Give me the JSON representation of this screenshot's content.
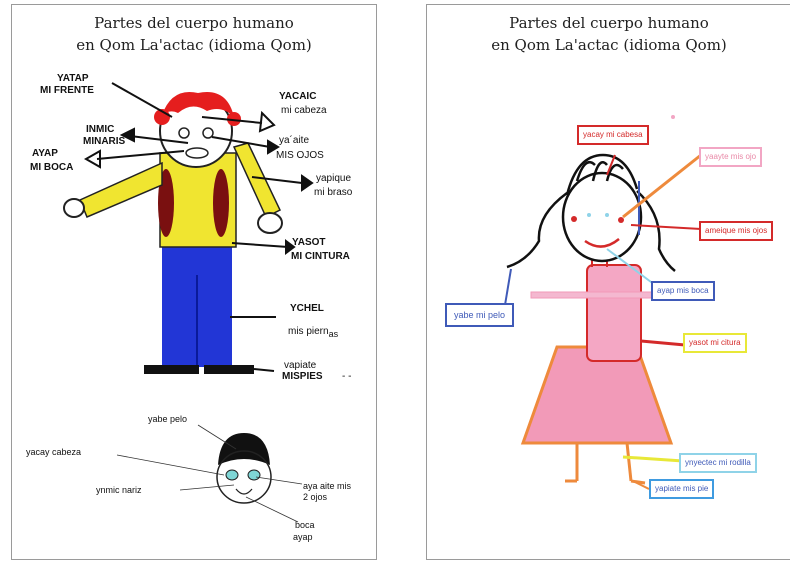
{
  "left": {
    "title_line1": "Partes del cuerpo humano",
    "title_line2": "en Qom La'actac (idioma Qom)",
    "labels": {
      "yatap": "YATAP",
      "mi_frente": "MI FRENTE",
      "yacaic": "YACAIC",
      "mi_cabeza": "mi cabeza",
      "inmic": "INMIC",
      "minaris": "MINARIS",
      "ya_aite": "ya´aite",
      "mis_ojos": "MIS OJOS",
      "ayap": "AYAP",
      "mi_boca": "MI BOCA",
      "yapique": "yapique",
      "mi_braso": "mi braso",
      "yasot": "YASOT",
      "mi_cintura": "MI CINTURA",
      "ychel": "YCHEL",
      "mis_piernas": "mis piern",
      "mis_piernas_sub": "as",
      "vapiate": "vapiate",
      "mispies": "MISPIES",
      "dashes": "- -"
    },
    "face_labels": {
      "yabe_pelo": "yabe pelo",
      "yacay_cabeza": "yacay cabeza",
      "ynmic_nariz": "ynmic nariz",
      "aya_aite_1": "aya aite mis",
      "aya_aite_2": "2 ojos",
      "boca": "boca",
      "ayap": "ayap"
    }
  },
  "right": {
    "title_line1": "Partes del cuerpo humano",
    "title_line2": "en Qom La'actac (idioma Qom)",
    "boxes": {
      "yacay_mi_cabesa": "yacay mi cabesa",
      "yaayte_mis_ojo": "yaayte mis ojo",
      "ameique_mis_ojos": "ameique mis ojos",
      "ayap_mis_boca": "ayap mis boca",
      "yabe_mi_pelo": "yabe mi pelo",
      "yasot_mi_citura": "yasot mi citura",
      "ynyectec_mi_rodilla": "ynyectec  mi rodilla",
      "yapiate_mis_pie": "yapiate mis pie"
    }
  },
  "colors": {
    "red": "#d42a2a",
    "blue": "#3f5ab8",
    "yellow": "#e8e838",
    "pink": "#f2a6c4",
    "orange": "#ee8a3c",
    "light_blue": "#8fd3e8",
    "hair_red": "#e51e1e"
  }
}
